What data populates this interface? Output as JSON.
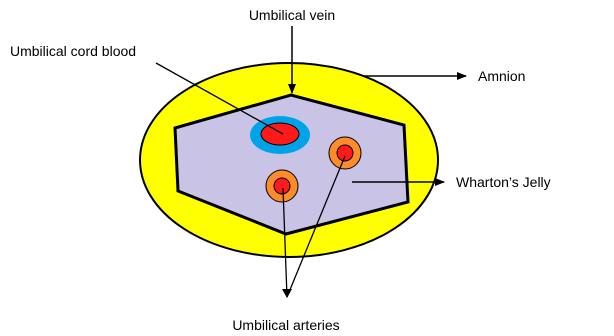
{
  "labels": {
    "umbilical_vein": "Umbilical vein",
    "umbilical_cord_blood": "Umbilical cord blood",
    "amnion": "Amnion",
    "whartons_jelly": "Wharton’s Jelly",
    "umbilical_arteries": "Umbilical arteries"
  },
  "colors": {
    "amnion": "#ffff00",
    "whartons_jelly": "#c9c3e6",
    "vein_ring": "#00a2e8",
    "blood": "#ff1a1a",
    "artery_ring": "#ff8c2a",
    "outline": "#000000"
  }
}
